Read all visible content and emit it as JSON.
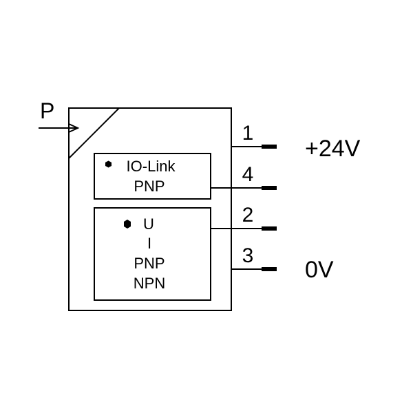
{
  "input_label": "P",
  "module_1": {
    "lines": [
      "IO-Link",
      "PNP"
    ]
  },
  "module_2": {
    "lines": [
      "U",
      "I",
      "PNP",
      "NPN"
    ]
  },
  "pins": [
    {
      "number": "1"
    },
    {
      "number": "4"
    },
    {
      "number": "2"
    },
    {
      "number": "3"
    }
  ],
  "supply": {
    "positive": "+24V",
    "ground": "0V"
  }
}
